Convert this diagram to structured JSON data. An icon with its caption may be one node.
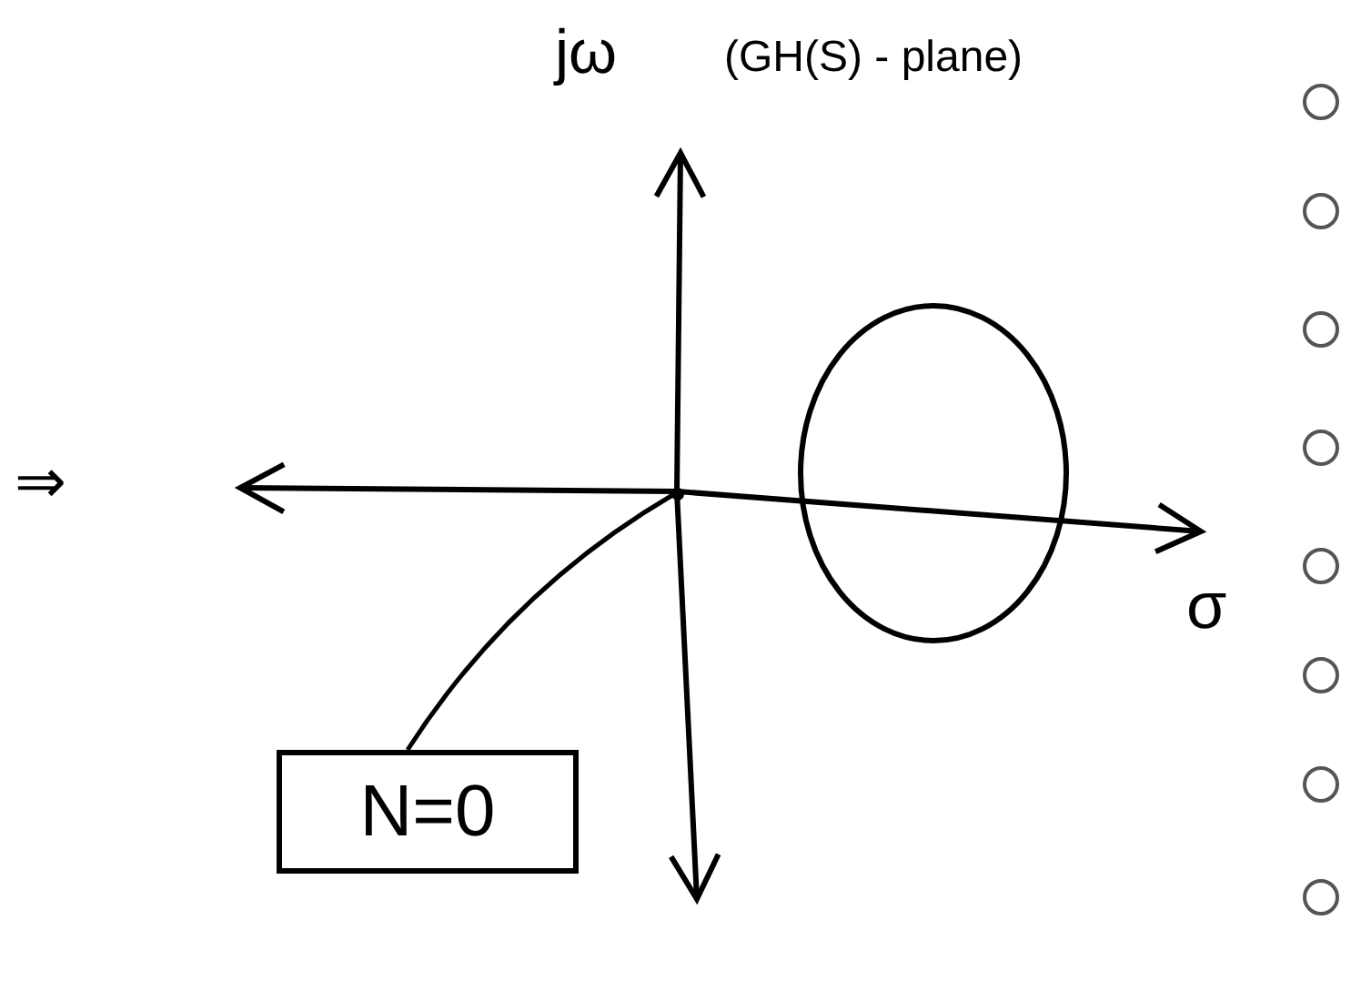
{
  "diagram": {
    "nodes": [
      {
        "text": [
          "N=0"
        ]
      },
      {
        "text": [],
        "shape": "dot"
      }
    ],
    "edges": [
      {
        "from": 0,
        "to": 1,
        "arrow": "none"
      }
    ],
    "labels": [
      "jω",
      "(GH(S) - plane)",
      "⇒",
      "σ"
    ]
  }
}
